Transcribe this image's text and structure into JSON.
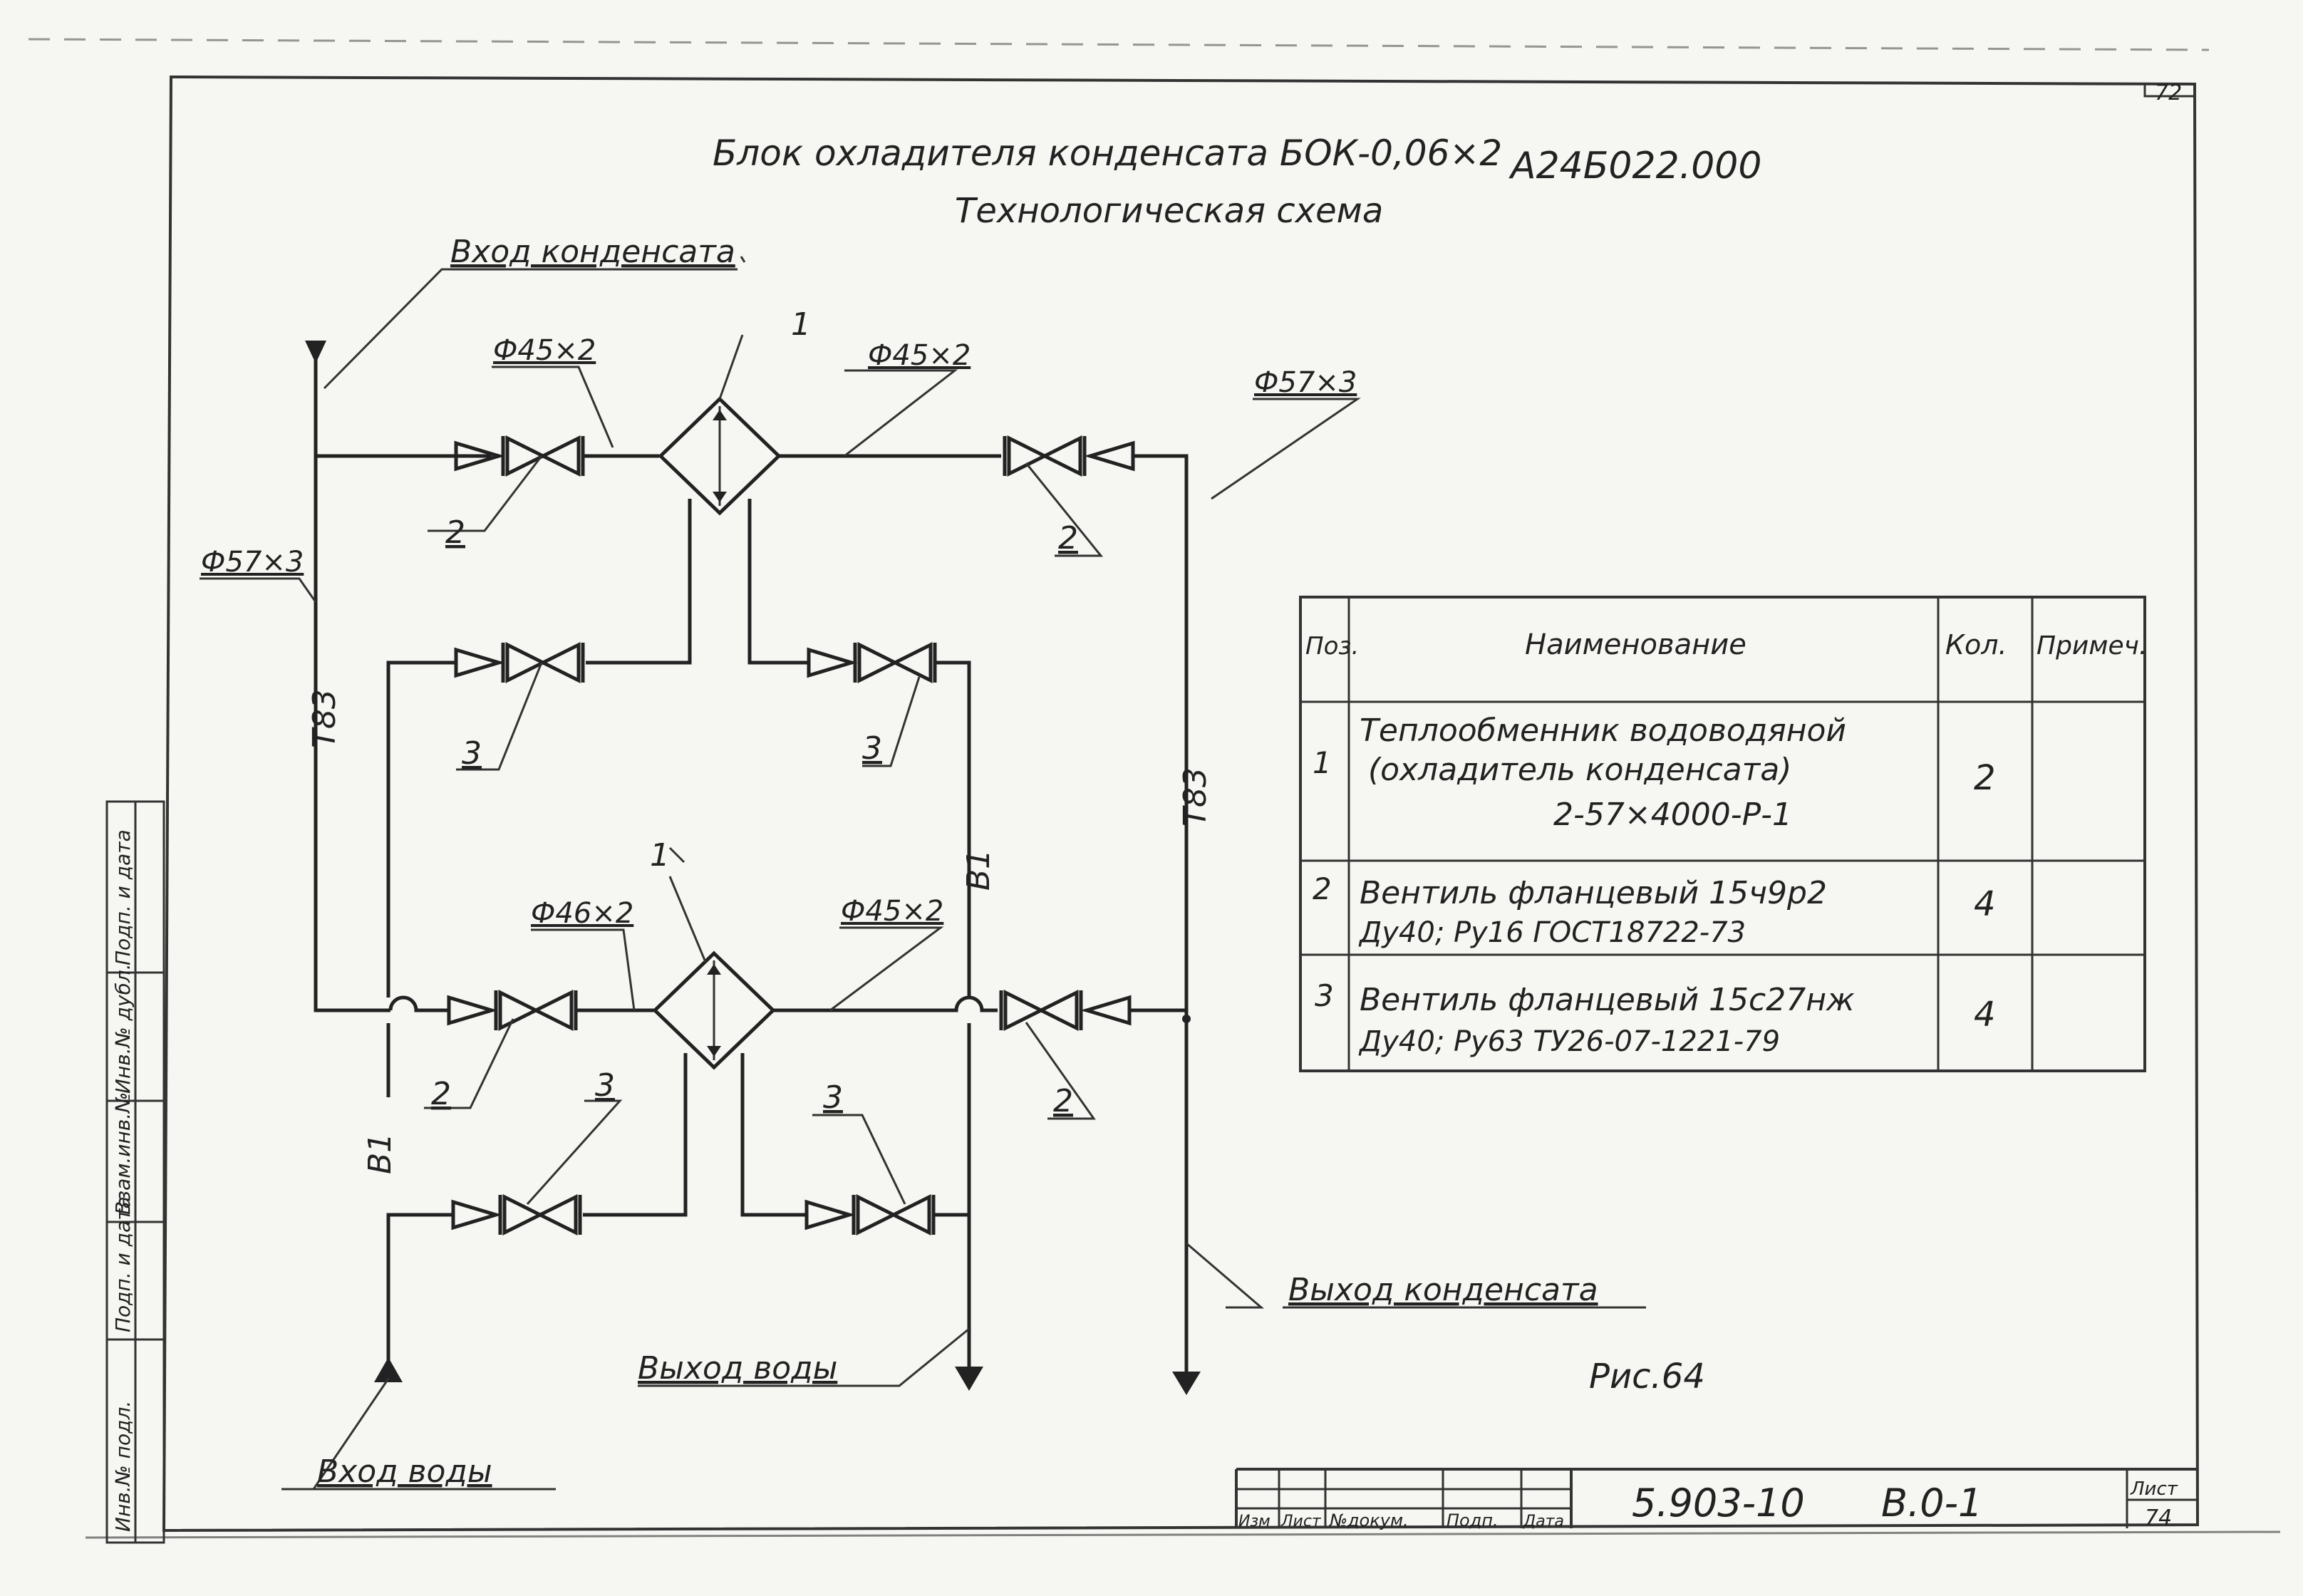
{
  "sheet_number": "72",
  "title": {
    "line1": "Блок охладителя конденсата БОК-0,06×2",
    "code": "А24Б022.000",
    "line2": "Технологическая схема"
  },
  "labels": {
    "condensate_in": "Вход конденсата",
    "condensate_out": "Выход конденсата",
    "water_in": "Вход воды",
    "water_out": "Выход воды",
    "pipe_45x2": "Ф45×2",
    "pipe_46x2": "Ф46×2",
    "pipe_57x3": "Ф57×3",
    "line_t83": "Т83",
    "line_b1": "В1",
    "pos_1": "1",
    "pos_2": "2",
    "pos_3": "3"
  },
  "spec_table": {
    "headers": [
      "Поз.",
      "Наименование",
      "Кол.",
      "Примеч."
    ],
    "rows": [
      {
        "pos": "1",
        "name": [
          "Теплообменник водоводяной",
          "(охладитель конденсата)",
          "2-57×4000-Р-1"
        ],
        "qty": "2",
        "note": ""
      },
      {
        "pos": "2",
        "name": [
          "Вентиль фланцевый 15ч9р2",
          "Ду40; Ру16 ГОСТ18722-73"
        ],
        "qty": "4",
        "note": ""
      },
      {
        "pos": "3",
        "name": [
          "Вентиль фланцевый 15с27нж",
          "Ду40; Ру63 ТУ26-07-1221-79"
        ],
        "qty": "4",
        "note": ""
      }
    ]
  },
  "figure_caption": "Рис.64",
  "side_stamp": [
    "Инв.№ подл.",
    "Подп. и дата",
    "Взам.инв.№",
    "Инв.№ дубл.",
    "Подп. и дата"
  ],
  "title_block": {
    "columns": [
      "Изм",
      "Лист",
      "№докум.",
      "Подп.",
      "Дата"
    ],
    "doc_number": "5.903-10",
    "section": "В.0-1",
    "sheet_label": "Лист",
    "sheet_value": "74"
  }
}
